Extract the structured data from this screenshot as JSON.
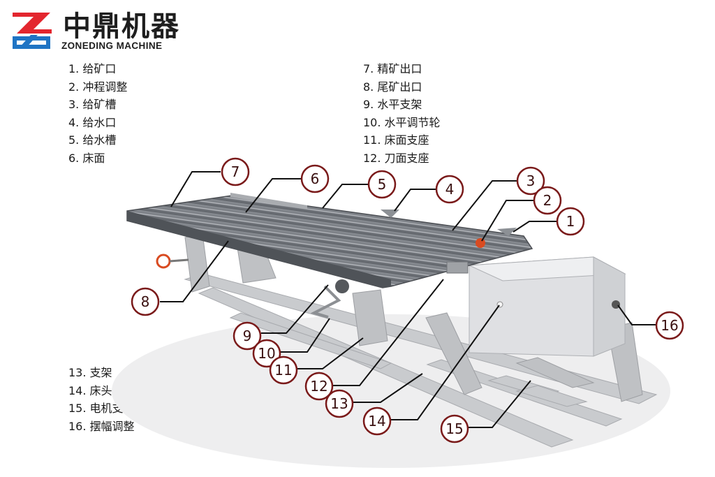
{
  "brand": {
    "name_cn": "中鼎机器",
    "name_en": "ZONEDING MACHINE",
    "logo_colors": {
      "red": "#e3262e",
      "blue": "#1f74c4"
    }
  },
  "legend": [
    {
      "number": "1.",
      "label": "给矿口"
    },
    {
      "number": "2.",
      "label": "冲程调整"
    },
    {
      "number": "3.",
      "label": "给矿槽"
    },
    {
      "number": "4.",
      "label": "给水口"
    },
    {
      "number": "5.",
      "label": "给水槽"
    },
    {
      "number": "6.",
      "label": "床面"
    },
    {
      "number": "7.",
      "label": "精矿出口"
    },
    {
      "number": "8.",
      "label": "尾矿出口"
    },
    {
      "number": "9.",
      "label": "水平支架"
    },
    {
      "number": "10.",
      "label": "水平调节轮"
    },
    {
      "number": "11.",
      "label": "床面支座"
    },
    {
      "number": "12.",
      "label": "刀面支座"
    },
    {
      "number": "13.",
      "label": "支架"
    },
    {
      "number": "14.",
      "label": "床头"
    },
    {
      "number": "15.",
      "label": "电机支座"
    },
    {
      "number": "16.",
      "label": "摆幅调整"
    }
  ],
  "callouts": [
    "1",
    "2",
    "3",
    "4",
    "5",
    "6",
    "7",
    "8",
    "9",
    "10",
    "11",
    "12",
    "13",
    "14",
    "15",
    "16"
  ],
  "colors": {
    "callout_ring": "#7a1a1a",
    "leader": "#111111",
    "deck": "#6d7178",
    "frame": "#c8cacd",
    "box": "#dcdde0"
  }
}
